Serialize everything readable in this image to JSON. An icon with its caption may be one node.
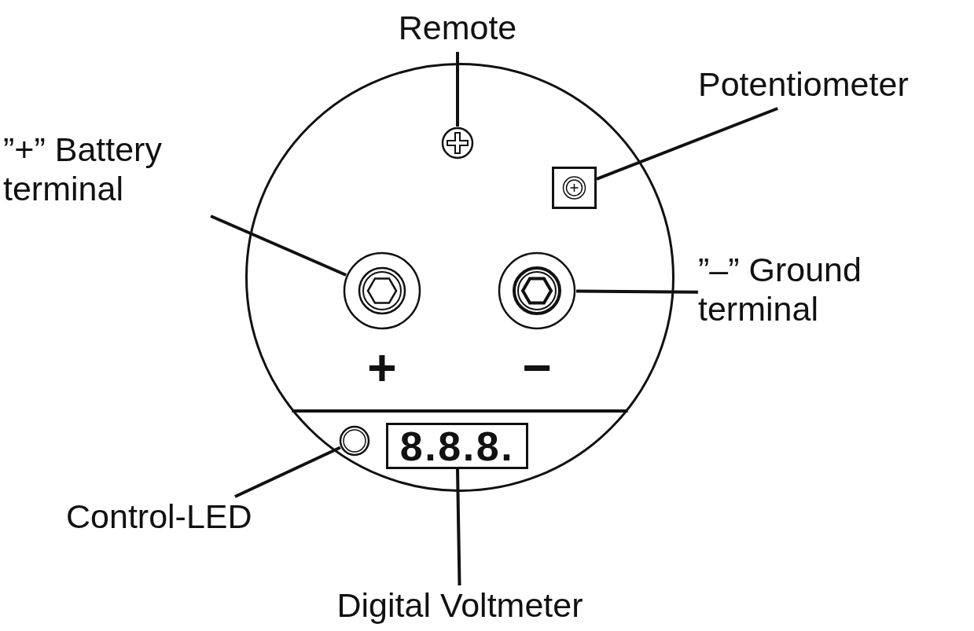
{
  "diagram": {
    "nodes": [
      {
        "text": [
          "Remote"
        ]
      },
      {
        "text": [
          "Potentiometer"
        ]
      },
      {
        "text": [
          "”+” Battery terminal"
        ]
      },
      {
        "text": [],
        "shape": "circle"
      },
      {
        "text": [],
        "shape": "circle",
        "in": 3
      },
      {
        "text": [],
        "shape": "box",
        "in": 3
      },
      {
        "text": [],
        "shape": "circle",
        "in": 3
      },
      {
        "text": [],
        "shape": "circle",
        "in": 3
      },
      {
        "text": [],
        "shape": "circle",
        "in": 3
      },
      {
        "text": [
          "8.8.8."
        ],
        "in": 3
      },
      {
        "text": [
          "”–” Ground terminal"
        ]
      },
      {
        "text": [
          "Control-LED"
        ]
      },
      {
        "text": [
          "Digital Voltmeter"
        ]
      }
    ],
    "edges": [
      {
        "from": 0,
        "to": 4,
        "arrow": "none"
      },
      {
        "from": 1,
        "to": 5,
        "arrow": "none"
      },
      {
        "from": 2,
        "to": 6,
        "arrow": "none"
      },
      {
        "from": 10,
        "to": 7,
        "arrow": "none"
      },
      {
        "from": 11,
        "to": 8,
        "arrow": "none"
      },
      {
        "from": 12,
        "to": 9,
        "arrow": "none"
      }
    ],
    "labels": [
      "+",
      "−"
    ]
  }
}
